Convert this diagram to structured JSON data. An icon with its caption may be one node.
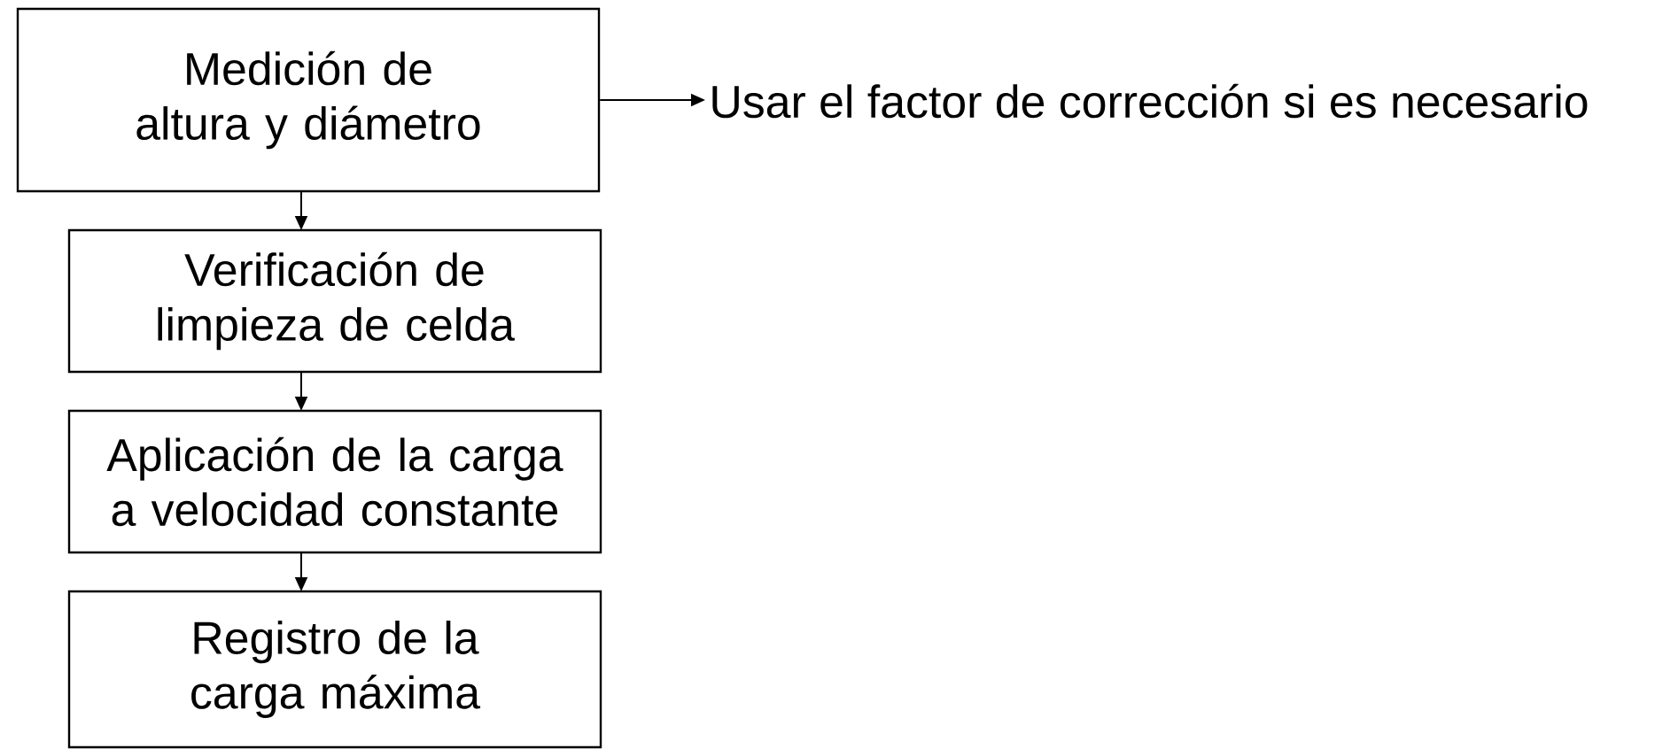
{
  "diagram": {
    "nodes": [
      {
        "text": [
          "Medición de altura y diámetro"
        ]
      },
      {
        "text": [
          "Verificación de limpieza de  celda"
        ]
      },
      {
        "text": [
          "Aplicación de la carga a velocidad constante"
        ]
      },
      {
        "text": [
          "Registro de la carga máxima"
        ]
      },
      {
        "text": [
          "Usar el factor de corrección si es necesario"
        ]
      }
    ],
    "edges": [
      {
        "from": 0,
        "to": 4,
        "arrow": "to"
      },
      {
        "from": 0,
        "to": 1,
        "arrow": "to"
      },
      {
        "from": 1,
        "to": 2,
        "arrow": "to"
      },
      {
        "from": 2,
        "to": 3,
        "arrow": "to"
      }
    ]
  }
}
